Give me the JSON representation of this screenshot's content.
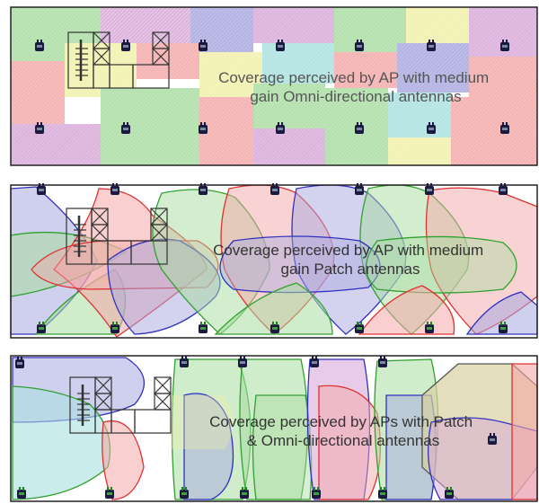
{
  "panels": [
    {
      "id": "omni",
      "caption_lines": [
        "Coverage perceived by AP with medium",
        "gain Omni-directional antennas"
      ]
    },
    {
      "id": "patch",
      "caption_lines": [
        "Coverage perceived by AP with medium",
        "gain Patch antennas"
      ]
    },
    {
      "id": "mixed",
      "caption_lines": [
        "Coverage perceived by APs with Patch",
        "& Omni-directional antennas"
      ]
    }
  ],
  "colors": {
    "cell_red": "#f4a8a8",
    "cell_green": "#a8dca0",
    "cell_blue": "#a8a8e0",
    "cell_purple": "#d8a8d8",
    "cell_yellow": "#f0f0a8",
    "cell_cyan": "#a8e0e0",
    "stroke_red": "#e03030",
    "stroke_green": "#30a030",
    "stroke_blue": "#3030c0",
    "ap_dark": "#1a1a40",
    "ap_green": "#208020",
    "floorplan": "#333333",
    "caption": "#333333"
  },
  "icons": [
    "access-point-icon",
    "floorplan-icon"
  ]
}
